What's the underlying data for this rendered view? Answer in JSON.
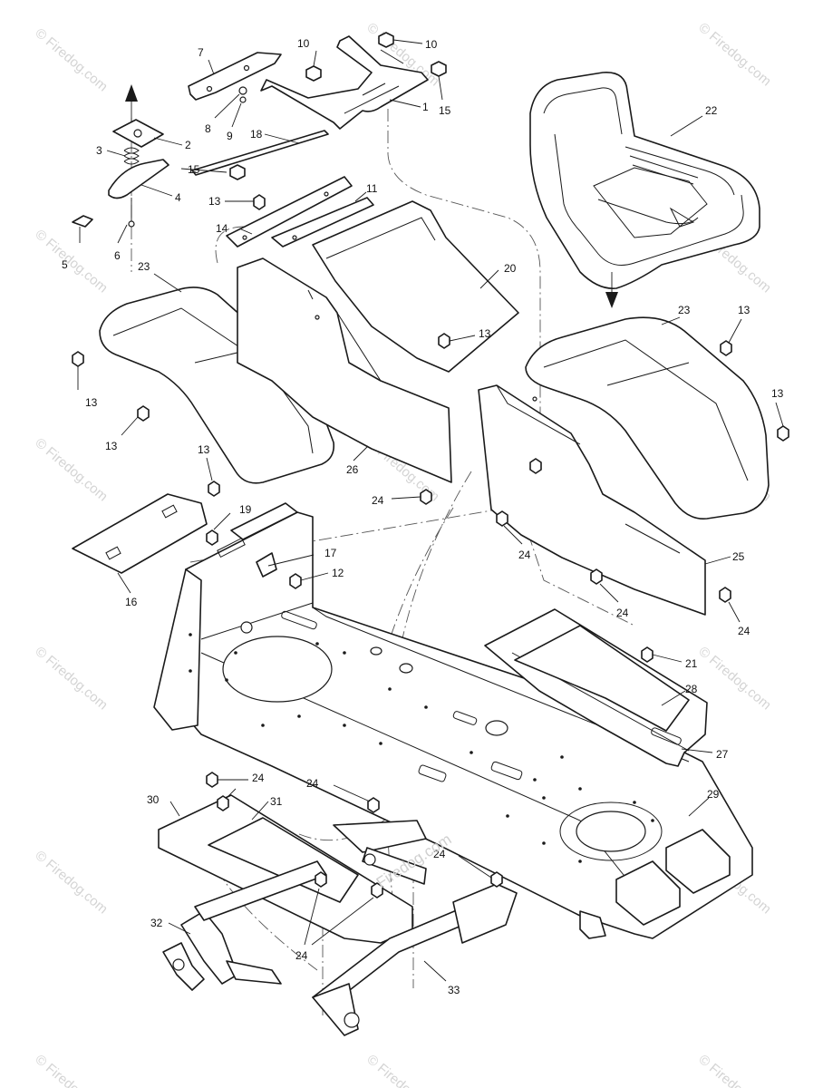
{
  "watermark": {
    "text": "© Firedog.com",
    "center_text": "Firedog.com"
  },
  "callouts": {
    "c1": "1",
    "c2": "2",
    "c3": "3",
    "c4": "4",
    "c5": "5",
    "c6": "6",
    "c7": "7",
    "c8": "8",
    "c9": "9",
    "c10a": "10",
    "c10b": "10",
    "c11": "11",
    "c12": "12",
    "c13a": "13",
    "c13b": "13",
    "c13c": "13",
    "c13d": "13",
    "c13e": "13",
    "c13f": "13",
    "c13g": "13",
    "c14": "14",
    "c15a": "15",
    "c15b": "15",
    "c16": "16",
    "c17": "17",
    "c18": "18",
    "c19": "19",
    "c20": "20",
    "c21": "21",
    "c22": "22",
    "c23a": "23",
    "c23b": "23",
    "c24a": "24",
    "c24b": "24",
    "c24c": "24",
    "c24d": "24",
    "c24e": "24",
    "c24f": "24",
    "c24g": "24",
    "c24h": "24",
    "c25": "25",
    "c26": "26",
    "c27": "27",
    "c28": "28",
    "c29": "29",
    "c30": "30",
    "c31": "31",
    "c32": "32",
    "c33": "33"
  },
  "colors": {
    "line": "#1a1a1a",
    "watermark": "#d4d4d4",
    "background": "#ffffff"
  }
}
